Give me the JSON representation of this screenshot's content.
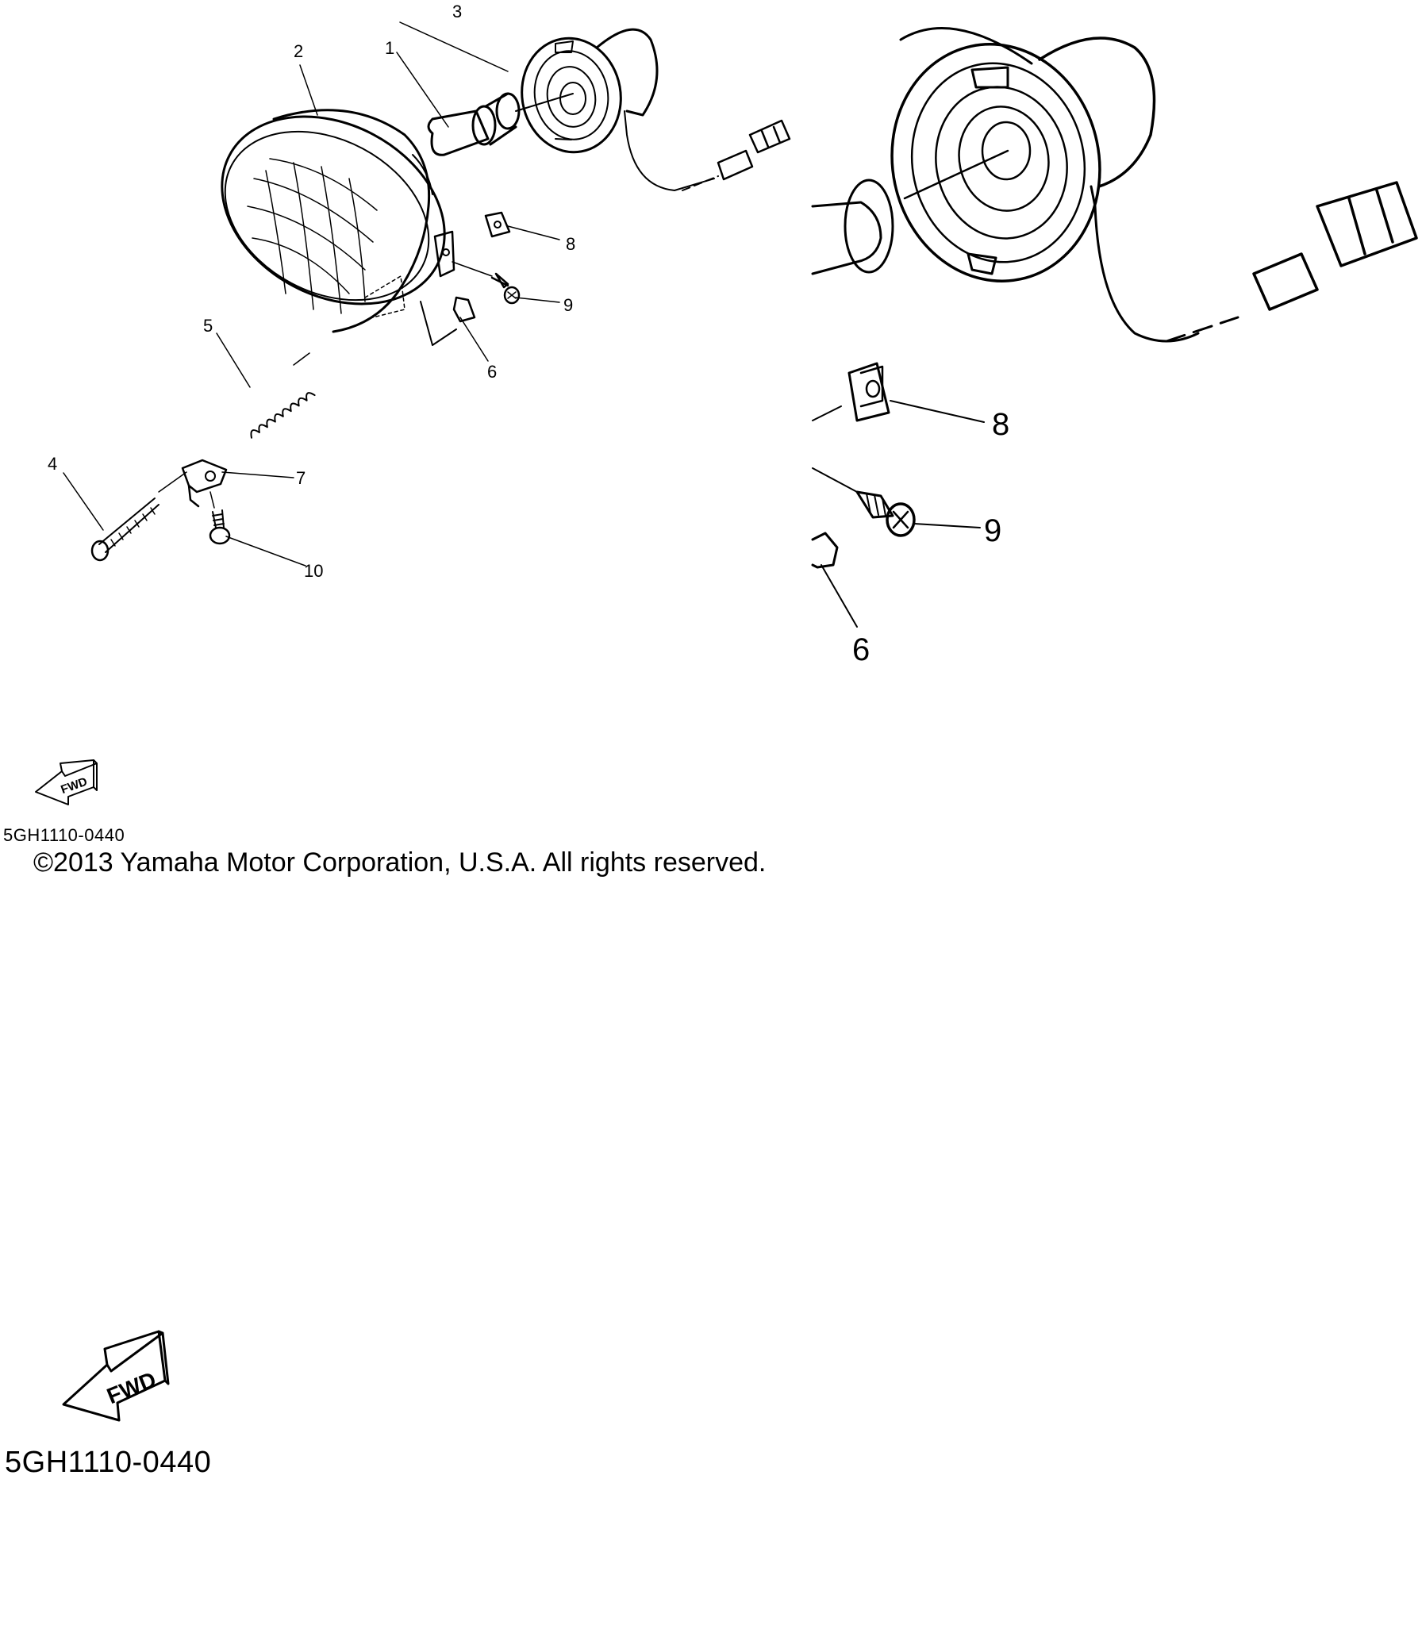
{
  "diagram": {
    "callouts": [
      "1",
      "2",
      "3",
      "4",
      "5",
      "6",
      "7",
      "8",
      "9",
      "10"
    ],
    "fwd_label": "FWD",
    "diagram_code": "5GH1110-0440",
    "copyright": "©2013 Yamaha Motor Corporation, U.S.A. All rights reserved."
  },
  "enlarged_view": {
    "callouts": [
      "8",
      "9",
      "6"
    ]
  },
  "bottom_block": {
    "fwd_label": "FWD",
    "diagram_code": "5GH1110-0440"
  }
}
